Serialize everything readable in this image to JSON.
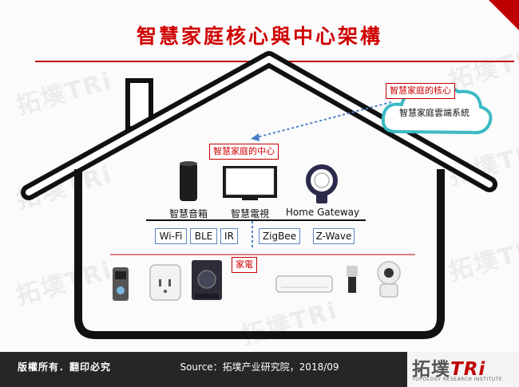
{
  "title": "智慧家庭核心與中心架構",
  "core_label": "智慧家庭的核心",
  "cloud_label": "智慧家庭雲端系統",
  "center_label": "智慧家庭的中心",
  "hub_devices": [
    {
      "label": "智慧音箱",
      "icon": "smart-speaker-icon"
    },
    {
      "label": "智慧電視",
      "icon": "smart-tv-icon"
    },
    {
      "label": "Home Gateway",
      "icon": "home-gateway-icon"
    }
  ],
  "protocols": [
    "Wi-Fi",
    "BLE",
    "IR",
    "ZigBee",
    "Z-Wave"
  ],
  "appliance_label": "家電",
  "appliance_icons": [
    "video-doorbell-icon",
    "smart-plug-icon",
    "washing-machine-icon",
    "air-conditioner-icon",
    "smart-bulb-icon",
    "ip-camera-icon"
  ],
  "watermark": "拓墣TRi",
  "footer": {
    "rights": "版權所有．翻印必究",
    "source": "Source：拓墣产业研究院，2018/09",
    "logo": "拓墣",
    "logo_tri": "TRi",
    "logo_sub": "TOPOLOGY RESEARCH INSTITUTE"
  },
  "colors": {
    "accent_red": "#c00000",
    "title_red": "#d00000",
    "cloud_teal": "#3bbac4",
    "protocol_blue": "#5b86c0",
    "footer_bg": "#262626"
  }
}
